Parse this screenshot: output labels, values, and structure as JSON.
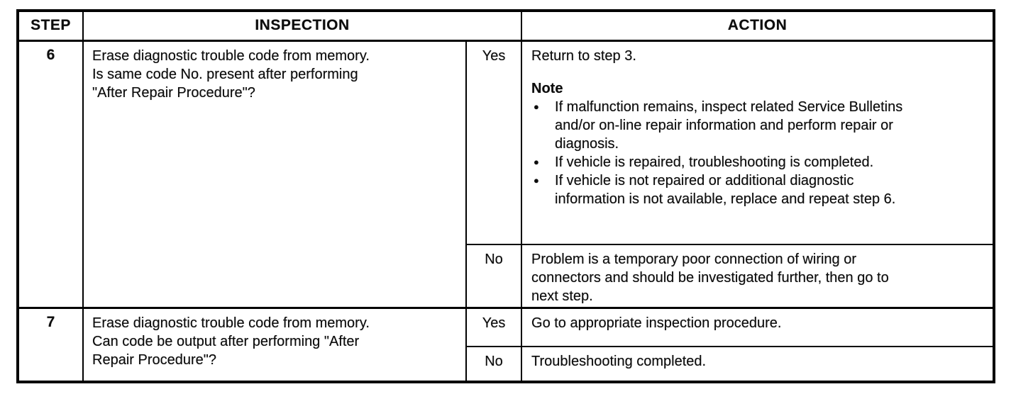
{
  "colors": {
    "paper": "#ffffff",
    "ink": "#0d0d0d",
    "line": "#000000"
  },
  "icons": {
    "bullet": "●"
  },
  "table": {
    "headers": {
      "step": "STEP",
      "inspection": "INSPECTION",
      "action": "ACTION"
    },
    "rows": [
      {
        "step": "6",
        "inspection": "Erase diagnostic trouble code from memory.\nIs same code No. present after performing\n\"After Repair Procedure\"?",
        "branches": [
          {
            "answer": "Yes",
            "action": "Return to step 3.",
            "note_label": "Note",
            "note_items": [
              "If malfunction remains, inspect related Service Bulletins\nand/or on-line repair information and perform repair or\ndiagnosis.",
              "If vehicle is repaired, troubleshooting is completed.",
              "If vehicle is not repaired or additional diagnostic\ninformation is not available, replace and repeat step 6."
            ]
          },
          {
            "answer": "No",
            "action": "Problem is a temporary poor connection of wiring or\nconnectors and should be investigated further, then go to\nnext step."
          }
        ]
      },
      {
        "step": "7",
        "inspection": "Erase diagnostic trouble code from memory.\nCan code be output after performing \"After\nRepair Procedure\"?",
        "branches": [
          {
            "answer": "Yes",
            "action": "Go to appropriate inspection procedure."
          },
          {
            "answer": "No",
            "action": "Troubleshooting completed."
          }
        ]
      }
    ]
  }
}
